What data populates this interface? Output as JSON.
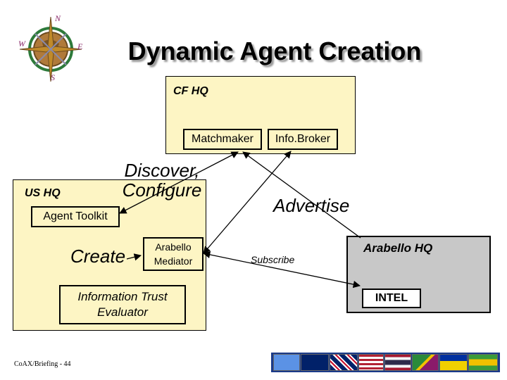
{
  "title": "Dynamic Agent Creation",
  "cf_hq": {
    "label": "CF HQ",
    "matchmaker": "Matchmaker",
    "infobroker": "Info.Broker"
  },
  "us_hq": {
    "label": "US HQ",
    "agent_toolkit": "Agent Toolkit",
    "create": "Create",
    "arabello_mediator": "Arabello Mediator",
    "info_trust_evaluator": "Information Trust Evaluator"
  },
  "discover_configure": "Discover, Configure",
  "advertise": "Advertise",
  "subscribe": "Subscribe",
  "arabello_hq": {
    "label": "Arabello HQ",
    "intel": "INTEL"
  },
  "footer": "CoAX/Briefing - 44",
  "compass": {
    "n": "N",
    "e": "E",
    "s": "S",
    "w": "W"
  },
  "colors": {
    "box_fill": "#fdf5c4",
    "arabello_fill": "#c8c8c8"
  }
}
